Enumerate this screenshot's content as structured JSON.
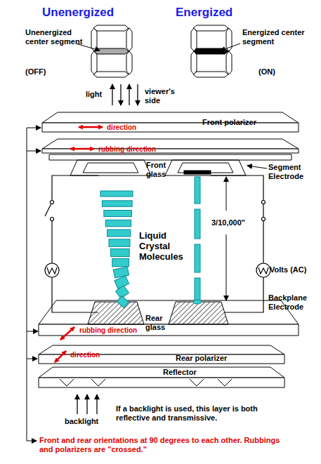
{
  "diagram": {
    "caption": "Front and rear orientations at 90 degrees to each other. Rubbings and polarizers are \"crossed.\"",
    "nodes": [
      {
        "text": [
          "direction",
          "Front polarizer"
        ]
      },
      {
        "text": [
          "rubbing direction",
          "Front glass"
        ]
      },
      {
        "text": [
          "Rear glass",
          "rubbing direction"
        ]
      },
      {
        "text": [
          "direction",
          "Rear polarizer"
        ]
      },
      {
        "text": [
          "Reflector"
        ]
      }
    ],
    "labels": [
      "Unenergized",
      "Energized",
      "Unenergized center segment",
      "(OFF)",
      "Energized center segment",
      "(ON)",
      "light",
      "viewer's side",
      "Segment Electrode",
      "Liquid Crystal Molecules",
      "3/10,000\"",
      "Volts (AC)",
      "Backplane Electrode",
      "backlight",
      "If a backlight is used, this layer is both reflective and transmissive."
    ]
  }
}
